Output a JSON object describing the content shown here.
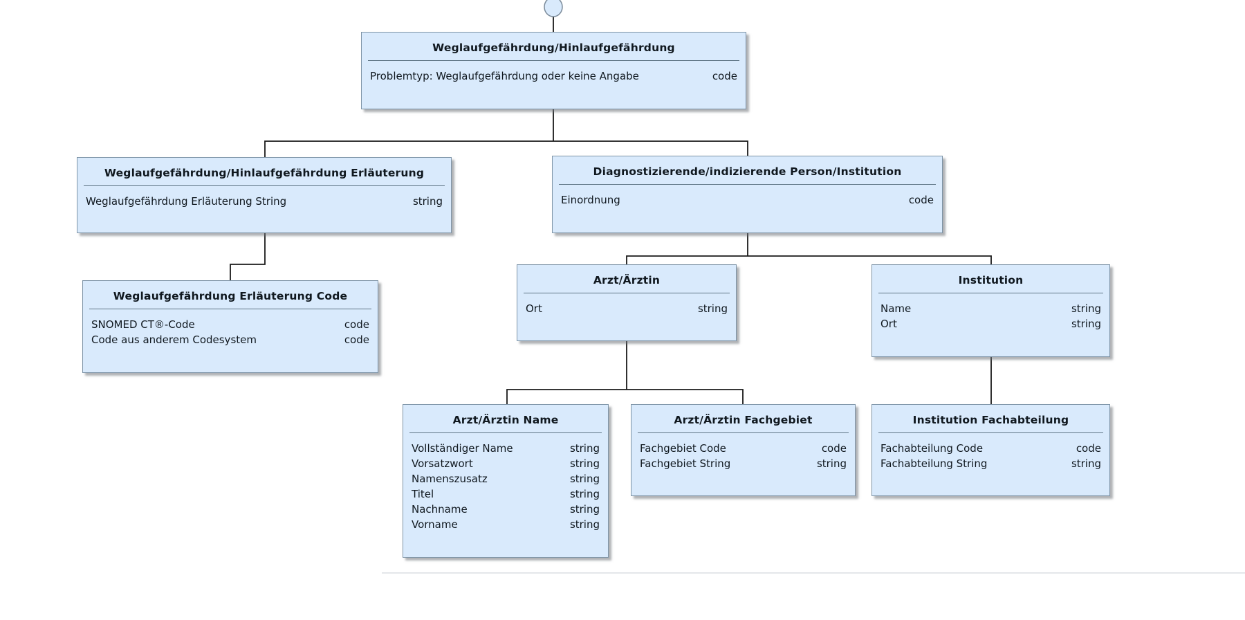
{
  "diagram": {
    "kind": "xsd-style hierarchy tree",
    "colors": {
      "node_fill": "#d9eafc",
      "node_border": "#7d93a6",
      "title_separator": "#5d7383",
      "connector": "#1a1a1a",
      "shadow": "rgba(110,115,120,0.55)",
      "bottom_divider": "#e4e7ea",
      "root_circle_fill": "#d9eafc",
      "root_circle_stroke": "#7a8a99",
      "text": "#10181f"
    },
    "nodes": [
      {
        "id": "weglaufgefaehrdung-hinlaufgefaehrdung",
        "title": "Weglaufgefährdung/Hinlaufgefährdung",
        "rows": [
          {
            "label": "Problemtyp: Weglaufgefährdung oder keine Angabe",
            "type": "code"
          }
        ]
      },
      {
        "id": "weglaufgefaehrdung-hinlaufgefaehrdung-erlaeuterung",
        "title": "Weglaufgefährdung/Hinlaufgefährdung Erläuterung",
        "rows": [
          {
            "label": "Weglaufgefährdung Erläuterung String",
            "type": "string"
          }
        ]
      },
      {
        "id": "weglaufgefaehrdung-erlaeuterung-code",
        "title": "Weglaufgefährdung Erläuterung Code",
        "rows": [
          {
            "label": "SNOMED CT®-Code",
            "type": "code"
          },
          {
            "label": "Code aus anderem Codesystem",
            "type": "code"
          }
        ]
      },
      {
        "id": "diagnostizierende-indizierende-person-institution",
        "title": "Diagnostizierende/indizierende Person/Institution",
        "rows": [
          {
            "label": "Einordnung",
            "type": "code"
          }
        ]
      },
      {
        "id": "arzt-aerztin",
        "title": "Arzt/Ärztin",
        "rows": [
          {
            "label": "Ort",
            "type": "string"
          }
        ]
      },
      {
        "id": "institution",
        "title": "Institution",
        "rows": [
          {
            "label": "Name",
            "type": "string"
          },
          {
            "label": "Ort",
            "type": "string"
          }
        ]
      },
      {
        "id": "arzt-aerztin-name",
        "title": "Arzt/Ärztin Name",
        "rows": [
          {
            "label": "Vollständiger Name",
            "type": "string"
          },
          {
            "label": "Vorsatzwort",
            "type": "string"
          },
          {
            "label": "Namenszusatz",
            "type": "string"
          },
          {
            "label": "Titel",
            "type": "string"
          },
          {
            "label": "Nachname",
            "type": "string"
          },
          {
            "label": "Vorname",
            "type": "string"
          }
        ]
      },
      {
        "id": "arzt-aerztin-fachgebiet",
        "title": "Arzt/Ärztin Fachgebiet",
        "rows": [
          {
            "label": "Fachgebiet Code",
            "type": "code"
          },
          {
            "label": "Fachgebiet String",
            "type": "string"
          }
        ]
      },
      {
        "id": "institution-fachabteilung",
        "title": "Institution Fachabteilung",
        "rows": [
          {
            "label": "Fachabteilung Code",
            "type": "code"
          },
          {
            "label": "Fachabteilung String",
            "type": "string"
          }
        ]
      }
    ]
  }
}
